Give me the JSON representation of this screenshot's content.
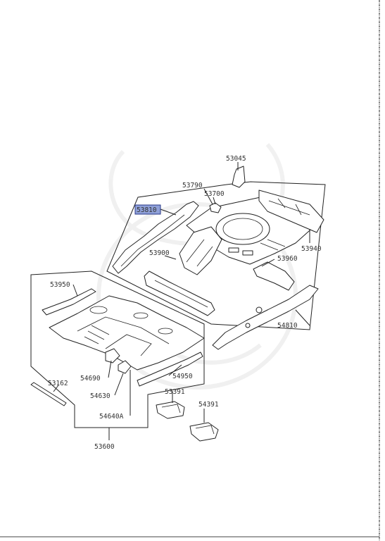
{
  "diagram": {
    "part_labels": {
      "p53045": "53045",
      "p53790": "53790",
      "p53700": "53700",
      "p53810": "53810",
      "p53900": "53900",
      "p53940": "53940",
      "p53960": "53960",
      "p53950": "53950",
      "p54810": "54810",
      "p54690": "54690",
      "p54950": "54950",
      "p53391": "53391",
      "p54630": "54630",
      "p54391": "54391",
      "p54640a": "54640A",
      "p53162": "53162",
      "p53600": "53600"
    },
    "highlighted_part": "53810",
    "highlight_color": "#8fa0d8",
    "line_color": "#222222"
  }
}
